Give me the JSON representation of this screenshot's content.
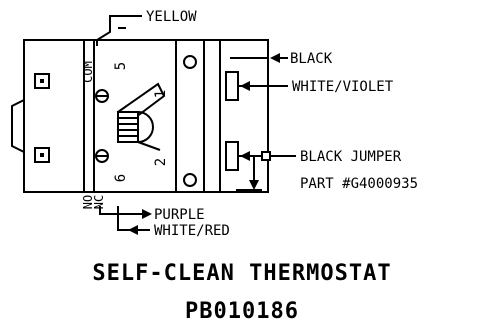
{
  "labels": {
    "yellow": "YELLOW",
    "black": "BLACK",
    "white_violet": "WHITE/VIOLET",
    "black_jumper": "BLACK JUMPER",
    "part_number": "PART #G4000935",
    "purple": "PURPLE",
    "white_red": "WHITE/RED"
  },
  "terminals": {
    "com": "COM",
    "no": "NO",
    "nc": "NC",
    "t5": "5",
    "t1": "1",
    "t2": "2",
    "t6": "6"
  },
  "title": {
    "line1": "SELF-CLEAN THERMOSTAT",
    "line2": "PB010186"
  }
}
